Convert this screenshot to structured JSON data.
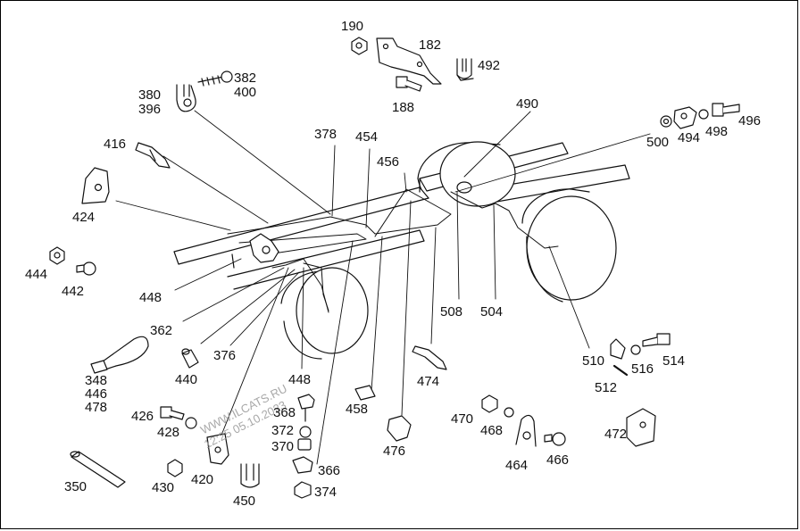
{
  "labels": {
    "l190": "190",
    "l182": "182",
    "l492": "492",
    "l188": "188",
    "l382": "382",
    "l400": "400",
    "l380": "380",
    "l396": "396",
    "l490": "490",
    "l496": "496",
    "l498": "498",
    "l494": "494",
    "l500": "500",
    "l416": "416",
    "l378": "378",
    "l454": "454",
    "l456": "456",
    "l424": "424",
    "l444": "444",
    "l442": "442",
    "l448a": "448",
    "l362": "362",
    "l376": "376",
    "l440": "440",
    "l448b": "448",
    "l508": "508",
    "l504": "504",
    "l348": "348",
    "l446": "446",
    "l478": "478",
    "l510": "510",
    "l516": "516",
    "l514": "514",
    "l512": "512",
    "l474": "474",
    "l458": "458",
    "l368": "368",
    "l372": "372",
    "l370": "370",
    "l426": "426",
    "l428": "428",
    "l430": "430",
    "l420": "420",
    "l366": "366",
    "l374": "374",
    "l450": "450",
    "l350": "350",
    "l476": "476",
    "l470": "470",
    "l468": "468",
    "l464": "464",
    "l466": "466",
    "l472": "472"
  },
  "watermark": {
    "line1": "WWW.ILCATS.RU",
    "line2": "12:25 05.10.2023"
  }
}
